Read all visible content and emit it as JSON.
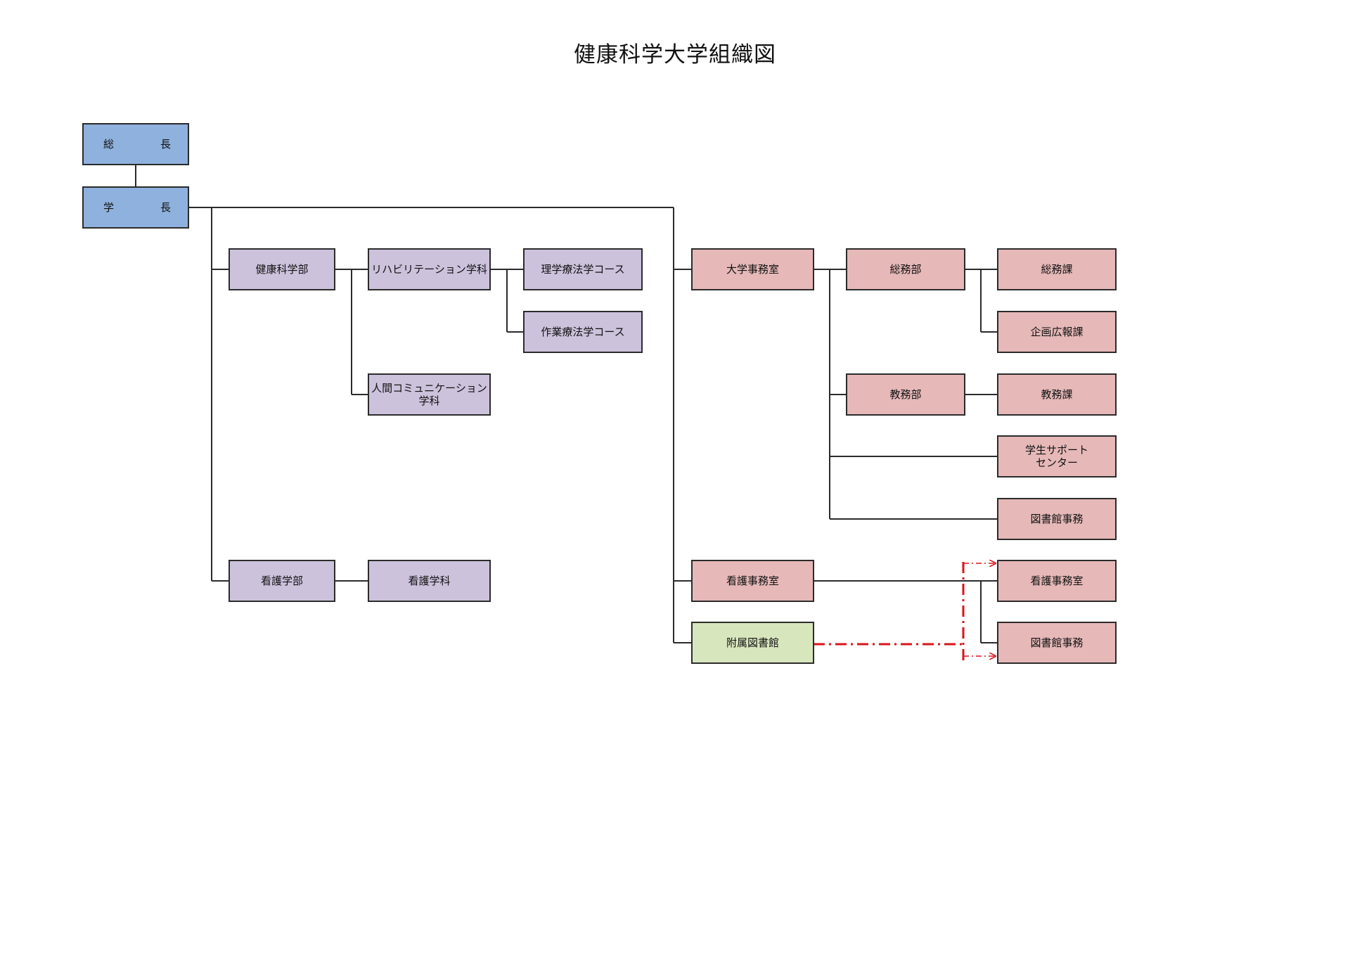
{
  "title": "健康科学大学組織図",
  "colors": {
    "executive": "#8fb1dd",
    "academic": "#cdc2dc",
    "administration": "#e6b8b8",
    "library": "#d8e6bd",
    "line": "#2b2b2b",
    "dashed_link": "#d9141b"
  },
  "nodes": {
    "sochou": {
      "left": "総",
      "right": "長"
    },
    "gakuchou": {
      "left": "学",
      "right": "長"
    },
    "kenkou_kagaku_bu": "健康科学部",
    "rehab_gakka": "リハビリテーション学科",
    "rigaku_course": "理学療法学コース",
    "sagyou_course": "作業療法学コース",
    "ningen_comm_gakka": "人間コミュニケーション\n学科",
    "kango_gakubu": "看護学部",
    "kango_gakka": "看護学科",
    "daigaku_jimushitsu": "大学事務室",
    "soumu_bu": "総務部",
    "soumu_ka": "総務課",
    "kikaku_kouhou_ka": "企画広報課",
    "kyoumu_bu": "教務部",
    "kyoumu_ka": "教務課",
    "gakusei_support": "学生サポート\nセンター",
    "toshokan_jimu_1": "図書館事務",
    "kango_jimushitsu_left": "看護事務室",
    "fuzoku_toshokan": "附属図書館",
    "kango_jimushitsu_right": "看護事務室",
    "toshokan_jimu_2": "図書館事務"
  }
}
